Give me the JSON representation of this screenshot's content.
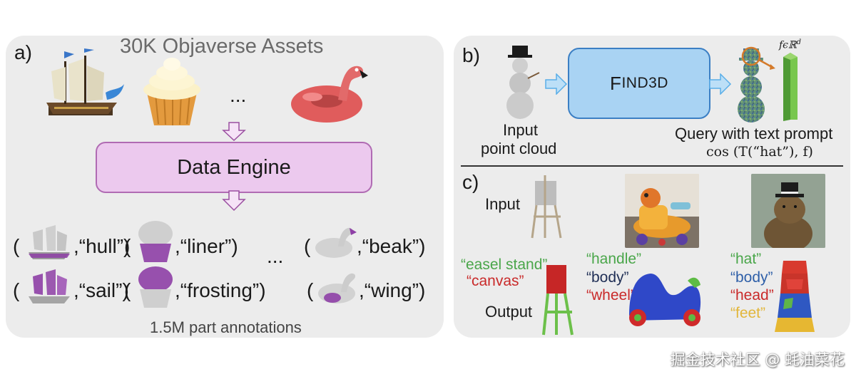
{
  "panel_a": {
    "label": "a)",
    "title": "30K Objaverse Assets",
    "ellipsis_top": "...",
    "data_engine": "Data Engine",
    "ellipsis_mid": "...",
    "annotations": [
      {
        "open": "(",
        "text": ",“hull”)"
      },
      {
        "open": "(",
        "text": ",“liner”)"
      },
      {
        "open": "(",
        "text": ",“beak”)"
      },
      {
        "open": "(",
        "text": ",“sail”)"
      },
      {
        "open": "(",
        "text": ",“frosting”)"
      },
      {
        "open": "(",
        "text": ",“wing”)"
      }
    ],
    "footer": "1.5M part annotations"
  },
  "panel_b": {
    "label": "b)",
    "model_name_first": "F",
    "model_name_rest": "IND3D",
    "input_line1": "Input",
    "input_line2": "point cloud",
    "query_text": "Query with text prompt",
    "formula": "cos (T(“hat”), f)",
    "feature_label": "fϵℝ",
    "feature_sup": "d"
  },
  "panel_c": {
    "label": "c)",
    "input_label": "Input",
    "output_label": "Output",
    "easel": {
      "green": "“easel stand”",
      "red": "“canvas”"
    },
    "toy": {
      "green": "“handle”",
      "dark": "“body”",
      "red": "“wheel”"
    },
    "capybara": {
      "green": "“hat”",
      "blue": "“body”",
      "red": "“head”",
      "yellow": "“feet”"
    }
  },
  "watermark": "掘金技术社区 @ 蚝油菜花",
  "colors": {
    "panel_bg": "#ececec",
    "engine_fill": "#ecc9ee",
    "engine_border": "#b06bb3",
    "find3d_fill": "#a9d3f3",
    "find3d_border": "#3b7fc4",
    "arrow_purple": "#9a4fa0",
    "arrow_blue": "#5aaee8",
    "label_green": "#4aa64a",
    "label_red": "#c92a2a",
    "label_blue": "#2e5fa8",
    "label_yellow": "#e2b63a"
  }
}
